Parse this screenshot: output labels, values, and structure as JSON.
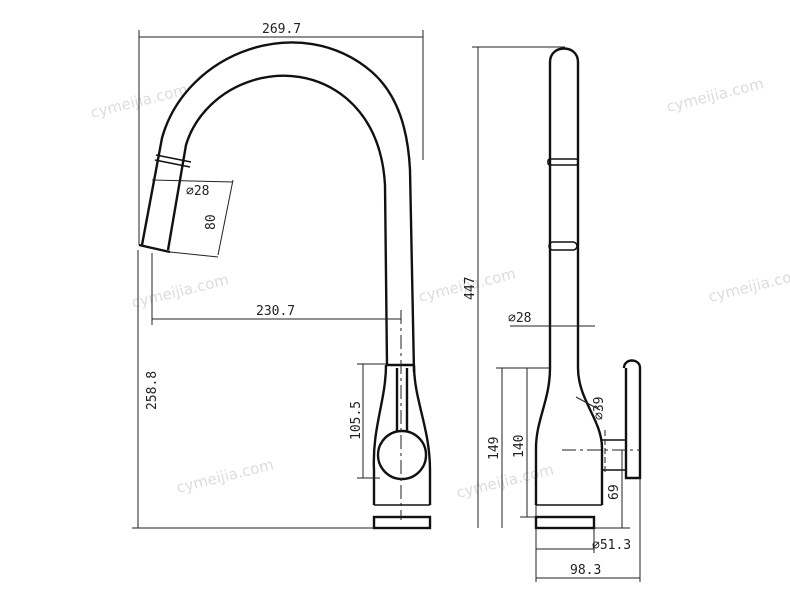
{
  "dimensions": {
    "overall_width": "269.7",
    "spout_diameter": "∅28",
    "spray_head_length": "80",
    "spout_reach": "230.7",
    "total_height": "258.8",
    "handle_height": "105.5",
    "side_total_height": "447",
    "side_pipe_diameter": "∅28",
    "handle_diameter": "∅39",
    "body_height_outer": "149",
    "body_height_inner": "140",
    "lever_height": "69",
    "base_diameter": "∅51.3",
    "side_depth": "98.3"
  },
  "watermarks": [
    "cymeijia.com",
    "cymeijia.com",
    "cymeijia.com",
    "cymeijia.com",
    "cymeijia.com",
    "cymeijia.com",
    "cymeijia.com"
  ],
  "colors": {
    "line": "#222222",
    "watermark": "#dcdcdc",
    "background": "#ffffff"
  }
}
